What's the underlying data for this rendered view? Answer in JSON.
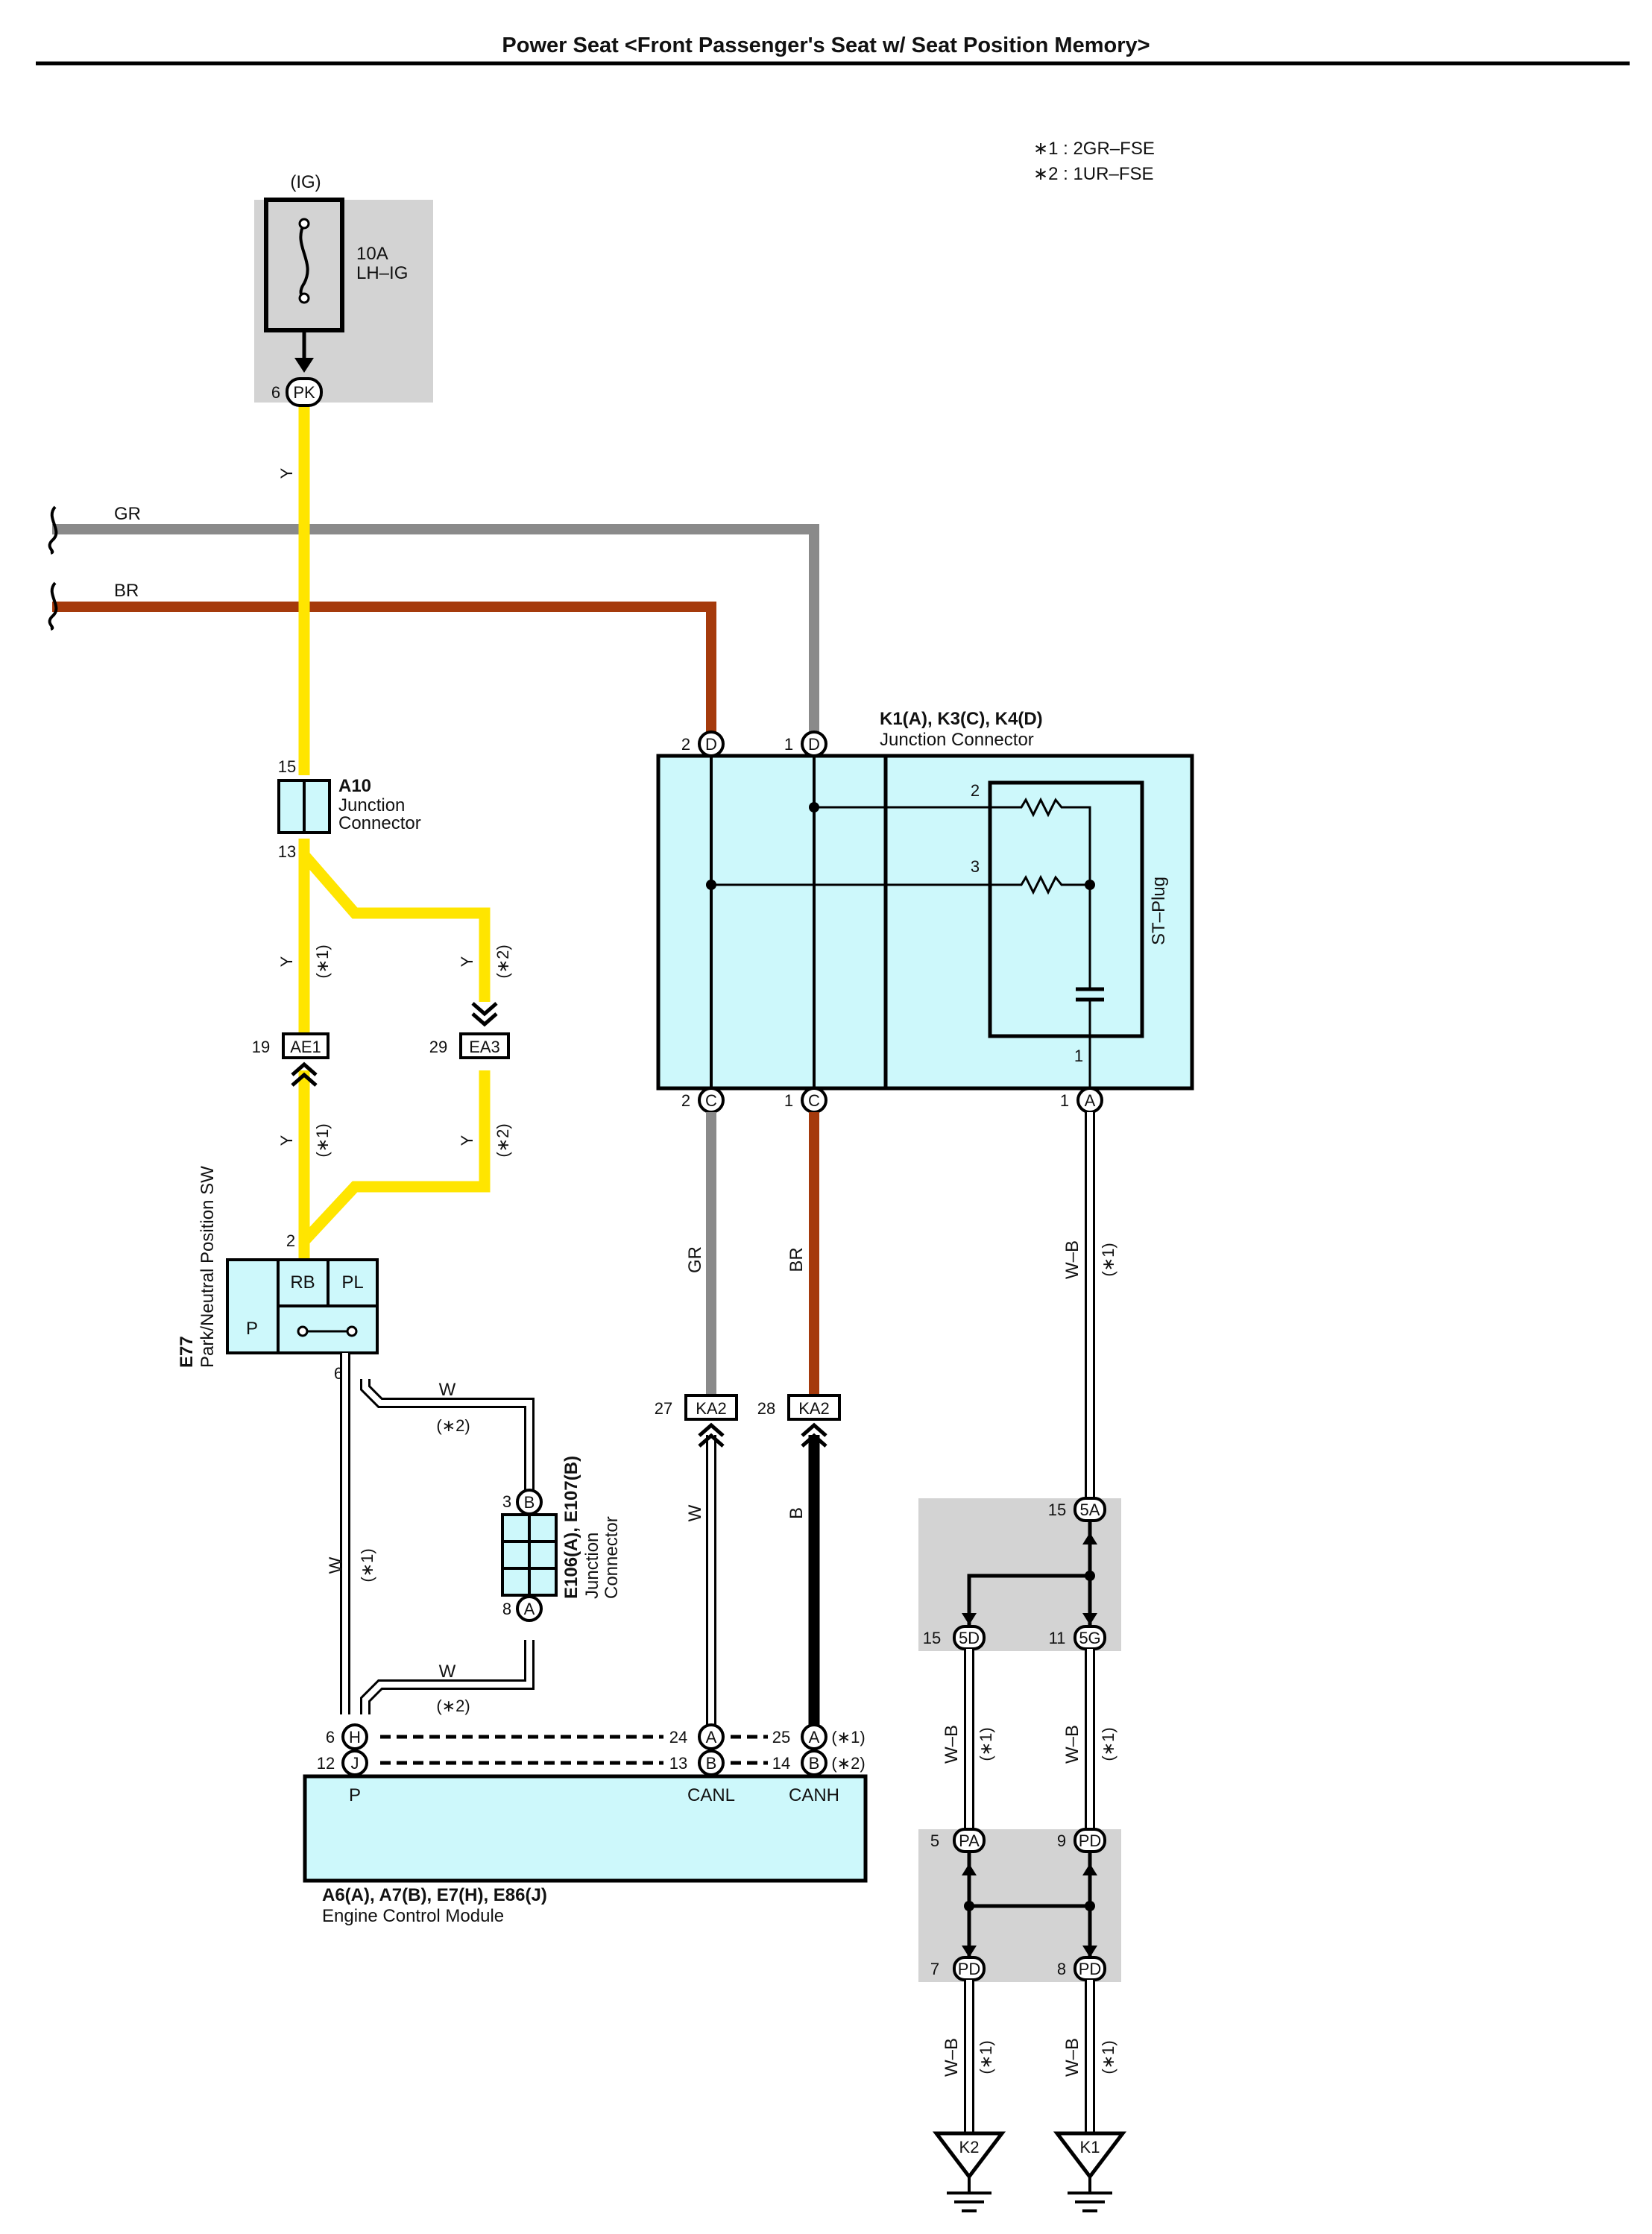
{
  "title": "Power Seat <Front Passenger's Seat w/ Seat Position Memory>",
  "notes": [
    "∗1 : 2GR–FSE",
    "∗2 : 1UR–FSE"
  ],
  "fuse": {
    "ig_label": "(IG)",
    "rating": "10A",
    "name": "LH–IG",
    "pin": "6",
    "connector": "PK"
  },
  "wire_colors": {
    "Y": "#ffe500",
    "GR": "#8a8a8a",
    "BR": "#a53a0c",
    "B": "#000000",
    "W": "#ffffff",
    "W-B": "#ffffff"
  },
  "incoming_wires": {
    "gr": "GR",
    "br": "BR"
  },
  "a10": {
    "id": "A10",
    "line1": "Junction",
    "line2": "Connector",
    "pin_top": "15",
    "pin_bottom": "13"
  },
  "yellow_labels": {
    "y": "Y",
    "n1": "(∗1)",
    "n2": "(∗2)"
  },
  "ae1": {
    "pin": "19",
    "code": "AE1"
  },
  "ea3": {
    "pin": "29",
    "code": "EA3"
  },
  "e77": {
    "id": "E77",
    "name": "Park/Neutral Position SW",
    "pin_top": "2",
    "pin_bottom": "6",
    "cell_rb": "RB",
    "cell_pl": "PL",
    "cell_p": "P"
  },
  "w_wires": {
    "w": "W",
    "n1": "(∗1)",
    "n2": "(∗2)"
  },
  "e106": {
    "id": "E106(A), E107(B)",
    "line1": "Junction",
    "line2": "Connector",
    "pin_b": "3",
    "code_b": "B",
    "pin_a": "8",
    "code_a": "A"
  },
  "junction_k": {
    "id": "K1(A), K3(C), K4(D)",
    "name": "Junction Connector",
    "pins_top": [
      {
        "num": "2",
        "code": "D"
      },
      {
        "num": "1",
        "code": "D"
      }
    ],
    "pins_bottom": [
      {
        "num": "2",
        "code": "C"
      },
      {
        "num": "1",
        "code": "C"
      },
      {
        "num": "1",
        "code": "A"
      }
    ],
    "plug_name": "ST–Plug",
    "plug_pin_2": "2",
    "plug_pin_3": "3",
    "plug_pin_1": "1"
  },
  "vertical_wires": {
    "gr": "GR",
    "br": "BR",
    "wb": "W–B",
    "n1": "(∗1)",
    "w": "W",
    "b": "B"
  },
  "ka2_left": {
    "pin": "27",
    "code": "KA2"
  },
  "ka2_right": {
    "pin": "28",
    "code": "KA2"
  },
  "splice_top": {
    "pin_15a": "15",
    "code_5a": "5A",
    "pin_15d": "15",
    "code_5d": "5D",
    "pin_11g": "11",
    "code_5g": "5G"
  },
  "splice_bottom": {
    "pin_5": "5",
    "code_pa": "PA",
    "pin_9": "9",
    "code_pd_top": "PD",
    "pin_7": "7",
    "code_pd_l": "PD",
    "pin_8": "8",
    "code_pd_r": "PD"
  },
  "grounds": {
    "k2": "K2",
    "k1": "K1"
  },
  "ecm": {
    "id": "A6(A), A7(B), E7(H), E86(J)",
    "name": "Engine Control Module",
    "pin_h": "6",
    "code_h": "H",
    "pin_j": "12",
    "code_j": "J",
    "pin_24": "24",
    "code_24": "A",
    "pin_13": "13",
    "code_13": "B",
    "pin_25": "25",
    "code_25": "A",
    "pin_14": "14",
    "code_14": "B",
    "n1": "(∗1)",
    "n2": "(∗2)",
    "label_p": "P",
    "label_canl": "CANL",
    "label_canh": "CANH"
  }
}
